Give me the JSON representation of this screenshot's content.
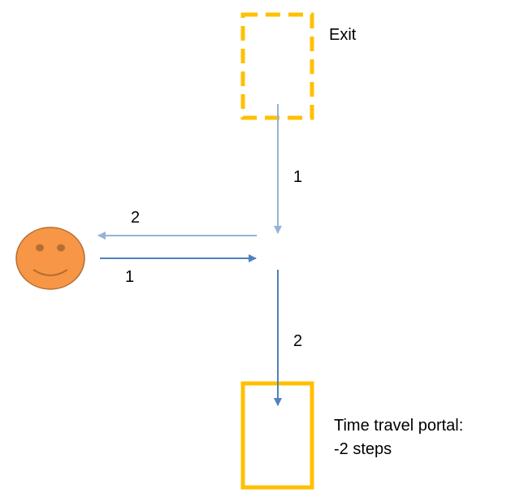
{
  "colors": {
    "box": "#FFC000",
    "face_fill": "#F79646",
    "face_stroke": "#B66D31",
    "arrow_light": "#95B3D7",
    "arrow_dark": "#4F81BD",
    "text": "#000000"
  },
  "nodes": {
    "exit": {
      "label": "Exit",
      "style": "dashed-box",
      "icon": "exit-box"
    },
    "portal": {
      "label_lines": [
        "Time travel portal:",
        "-2 steps"
      ],
      "style": "solid-box",
      "icon": "portal-box"
    },
    "person": {
      "icon": "smiley-face-icon"
    }
  },
  "arrows": [
    {
      "id": "face-to-junction",
      "from": "person",
      "to": "junction",
      "step_label": "1",
      "color": "arrow_dark"
    },
    {
      "id": "junction-to-portal",
      "from": "junction",
      "to": "portal",
      "step_label": "2",
      "color": "arrow_dark"
    },
    {
      "id": "exit-to-junction",
      "from": "exit",
      "to": "junction",
      "step_label": "1",
      "color": "arrow_light"
    },
    {
      "id": "junction-to-face",
      "from": "junction",
      "to": "person",
      "step_label": "2",
      "color": "arrow_light"
    }
  ]
}
